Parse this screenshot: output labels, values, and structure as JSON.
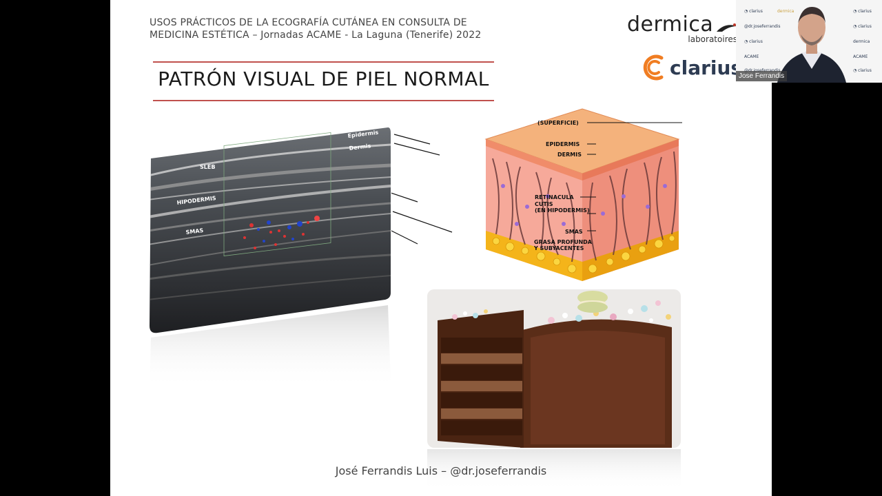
{
  "header": {
    "line1": "USOS PRÁCTICOS DE LA ECOGRAFÍA CUTÁNEA EN CONSULTA DE",
    "line2": "MEDICINA ESTÉTICA – Jornadas ACAME - La Laguna (Tenerife) 2022"
  },
  "slide_title": "PATRÓN VISUAL DE PIEL NORMAL",
  "logos": {
    "dermica": "dermica",
    "dermica_sub": "laboratoires",
    "clarius": "clarius"
  },
  "ultrasound_labels": {
    "epidermis": "Epidermis",
    "dermis": "Dermis",
    "sleb": "SLEB",
    "hipodermis": "HIPODERMIS",
    "smas": "SMAS"
  },
  "diagram_labels": {
    "superficie": "(SUPERFICIE)",
    "epidermis": "EPIDERMIS",
    "dermis": "DERMIS",
    "retinacula": "RETINACULA",
    "cutis": "CUTIS",
    "en_hipodermis": "(EN HIPODERMIS)",
    "smas": "SMAS",
    "grasa1": "GRASA PROFUNDA",
    "grasa2": "Y SUBYACENTES"
  },
  "footer": "José Ferrandis Luis – @dr.joseferrandis",
  "webcam": {
    "name": "Jose Ferrandis"
  },
  "colors": {
    "accent_rule": "#c0504d",
    "clarius_orange": "#f07d22",
    "clarius_navy": "#2d3b52"
  }
}
